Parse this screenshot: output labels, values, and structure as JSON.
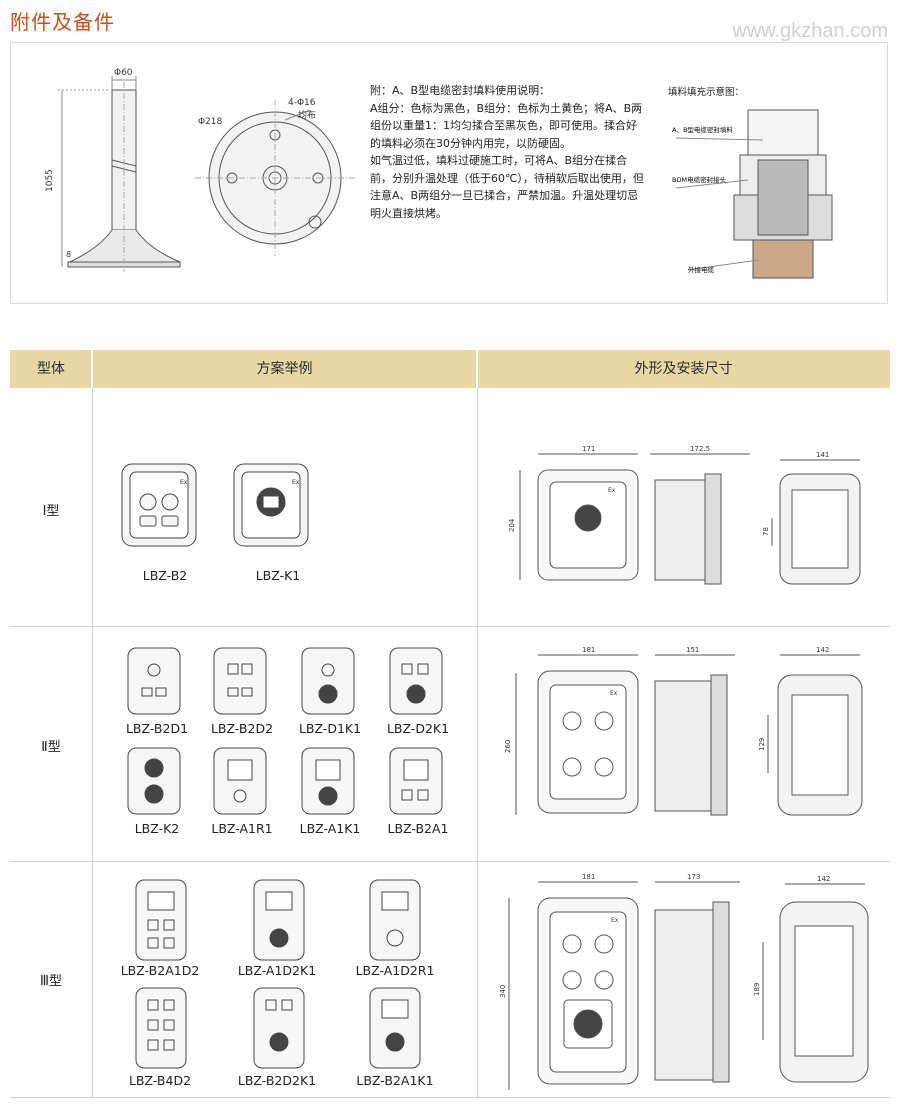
{
  "section": {
    "title": "附件及备件"
  },
  "watermark": "www.gkzhan.com",
  "pole": {
    "dia_top": "Φ60",
    "height": "1055",
    "base": "8"
  },
  "flange": {
    "dia": "Φ218",
    "holes": "4-Φ16",
    "even": "均布"
  },
  "note": {
    "lines": [
      "附：A、B型电缆密封填料使用说明：",
      "A组分：色标为黑色，B组分：色标为土黄色；将A、B两组份以重量1：1均匀揉合至黑灰色，即可使用。揉合好的填料必须在30分钟内用完，以防硬固。",
      "如气温过低，填料过硬施工时，可将A、B组分在揉合前，分别升温处理（低于60℃），待稍软后取出使用，但注意A、B两组分一旦已揉合，严禁加温。升温处理切忌明火直接烘烤。"
    ]
  },
  "fill_diagram": {
    "title": "填料填充示意图：",
    "label1": "A、B型电缆密封填料",
    "label2": "BDM电缆密封接头",
    "label3": "外接电缆"
  },
  "table": {
    "headers": [
      "型体",
      "方案举例",
      "外形及安装尺寸"
    ],
    "rows": [
      {
        "type": "Ⅰ型",
        "models": [
          "LBZ-B2",
          "LBZ-K1"
        ],
        "dims": {
          "w": "171",
          "d": "172.5",
          "h": "204",
          "m": "141",
          "mh": "78"
        }
      },
      {
        "type": "Ⅱ型",
        "models": [
          "LBZ-B2D1",
          "LBZ-B2D2",
          "LBZ-D1K1",
          "LBZ-D2K1",
          "LBZ-K2",
          "LBZ-A1R1",
          "LBZ-A1K1",
          "LBZ-B2A1"
        ],
        "dims": {
          "w": "181",
          "d": "151",
          "h": "260",
          "m": "142",
          "mh": "129"
        }
      },
      {
        "type": "Ⅲ型",
        "models": [
          "LBZ-B2A1D2",
          "LBZ-A1D2K1",
          "LBZ-A1D2R1",
          "LBZ-B4D2",
          "LBZ-B2D2K1",
          "LBZ-B2A1K1"
        ],
        "dims": {
          "w": "181",
          "d": "173",
          "h": "340",
          "m": "142",
          "mh": "189"
        }
      }
    ]
  },
  "ex_mark": "Ex"
}
